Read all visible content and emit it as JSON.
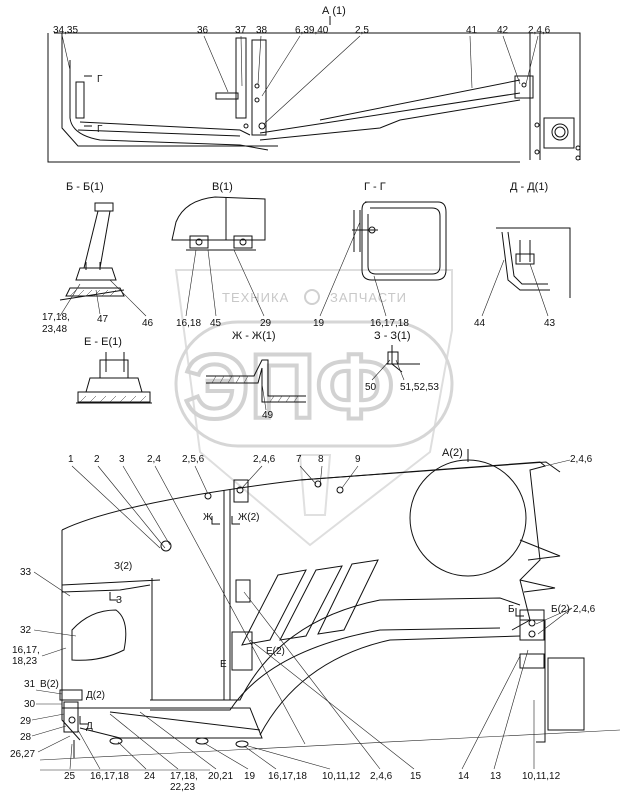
{
  "watermark": {
    "brand_text": "ТЕХНИКА",
    "brand_text2": "ЗАПЧАСТИ",
    "logo_text": "ЭПФ"
  },
  "views": {
    "top": {
      "title": "А (1)"
    },
    "bb": {
      "title": "Б - Б(1)"
    },
    "v1": {
      "title": "В(1)"
    },
    "gg": {
      "title": "Г - Г"
    },
    "dd": {
      "title": "Д - Д(1)"
    },
    "ee": {
      "title": "Е - Е(1)"
    },
    "zhzh": {
      "title": "Ж - Ж(1)"
    },
    "zz": {
      "title": "З - З(1)"
    },
    "main": {
      "title": "А(2)"
    }
  },
  "callouts": {
    "top": [
      "34,35",
      "36",
      "37",
      "38",
      "6,39,40",
      "2,5",
      "41",
      "42",
      "2,4,6"
    ],
    "top_section_marks": [
      "Г",
      "Г"
    ],
    "bb": [
      "17,18,",
      "23,48",
      "47",
      "46"
    ],
    "v1": [
      "16,18",
      "45",
      "29"
    ],
    "gg": [
      "19",
      "16,17,18"
    ],
    "dd": [
      "44",
      "43"
    ],
    "zhzh": [
      "49"
    ],
    "zz": [
      "50",
      "51,52,53"
    ],
    "main_top": [
      "1",
      "2",
      "3",
      "2,4",
      "2,5,6",
      "2,4,6",
      "7",
      "8",
      "9",
      "2,4,6"
    ],
    "main_marks": [
      "Ж",
      "Ж(2)",
      "З(2)",
      "З",
      "Е",
      "Е(2)",
      "Б",
      "Б(2)",
      "В(2)",
      "Д(2)",
      "Д"
    ],
    "main_left": [
      "33",
      "32",
      "16,17,",
      "18,23",
      "31",
      "30",
      "29",
      "28",
      "26,27"
    ],
    "main_bottom": [
      "25",
      "16,17,18",
      "24",
      "17,18,",
      "22,23",
      "20,21",
      "19",
      "16,17,18",
      "10,11,12",
      "2,4,6",
      "15",
      "14",
      "13",
      "10,11,12"
    ],
    "main_right": [
      "2,4,6"
    ]
  }
}
